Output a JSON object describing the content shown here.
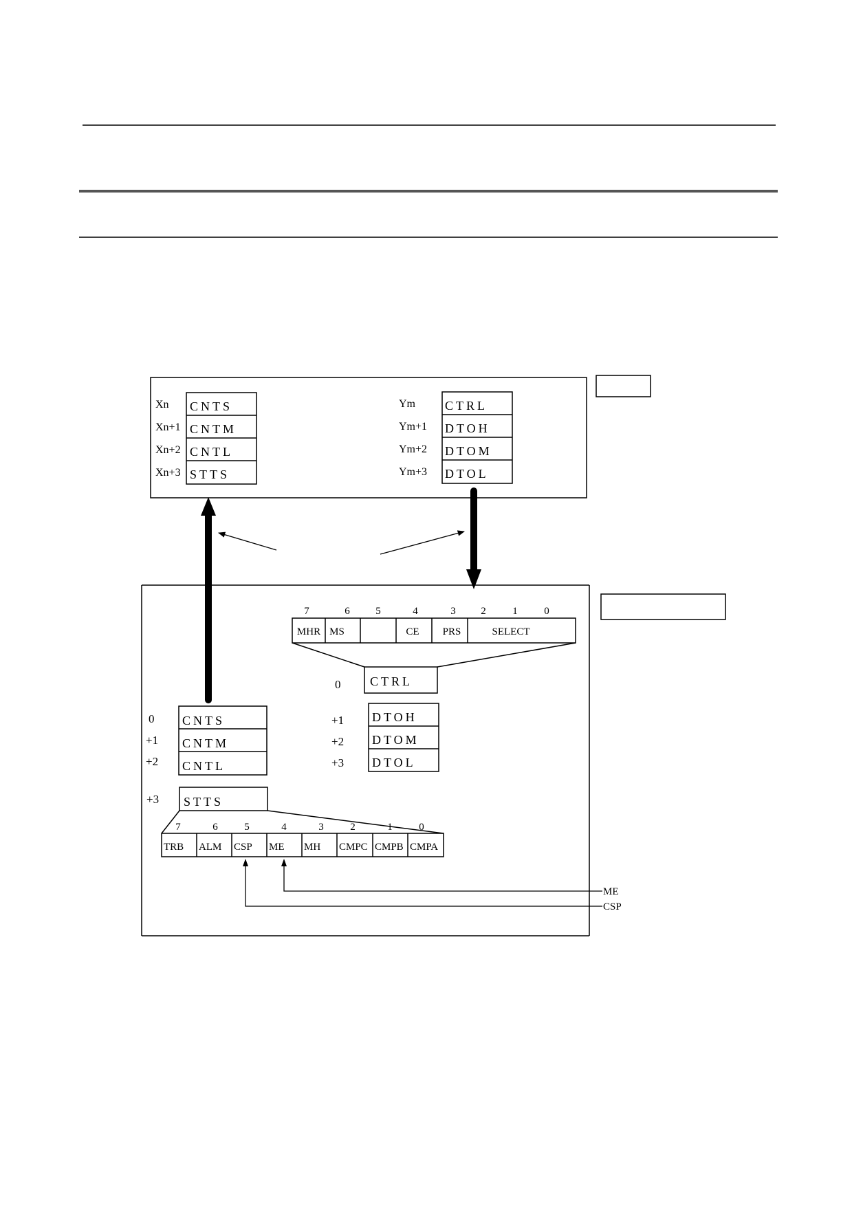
{
  "plc": {
    "x_labels": [
      "Xn",
      "Xn+1",
      "Xn+2",
      "Xn+3"
    ],
    "x_registers": [
      "CNTS",
      "CNTM",
      "CNTL",
      "STTS"
    ],
    "y_labels": [
      "Ym",
      "Ym+1",
      "Ym+2",
      "Ym+3"
    ],
    "y_registers": [
      "CTRL",
      "DTOH",
      "DTOM",
      "DTOL"
    ]
  },
  "module": {
    "ctrl_bit_numbers": [
      "7",
      "6",
      "5",
      "4",
      "3",
      "2",
      "1",
      "0"
    ],
    "ctrl_bits": [
      "MHR",
      "MS",
      "",
      "CE",
      "PRS",
      "SELECT"
    ],
    "ctrl_offset": "0",
    "ctrl_register": "CTRL",
    "out_offsets": [
      "+1",
      "+2",
      "+3"
    ],
    "out_registers": [
      "DTOH",
      "DTOM",
      "DTOL"
    ],
    "in_offsets": [
      "0",
      "+1",
      "+2"
    ],
    "in_registers": [
      "CNTS",
      "CNTM",
      "CNTL"
    ],
    "stts_offset": "+3",
    "stts_register": "STTS",
    "stts_bit_numbers": [
      "7",
      "6",
      "5",
      "4",
      "3",
      "2",
      "1",
      "0"
    ],
    "stts_bits": [
      "TRB",
      "ALM",
      "CSP",
      "ME",
      "MH",
      "CMPC",
      "CMPB",
      "CMPA"
    ]
  },
  "signals": {
    "me": "ME",
    "csp": "CSP"
  }
}
